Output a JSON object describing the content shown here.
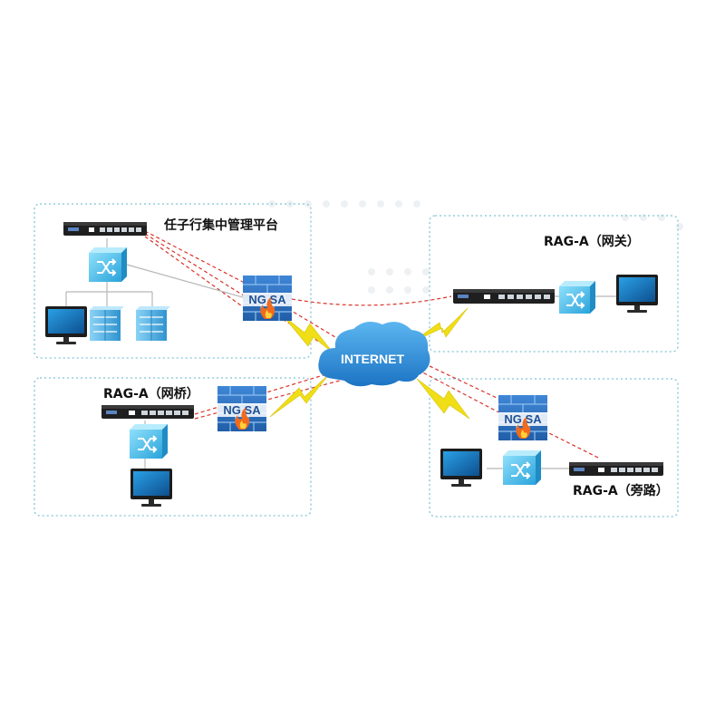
{
  "labels": {
    "mgmt": "任子行集中管理平台",
    "gateway": "RAG-A（网关）",
    "bridge": "RAG-A（网桥）",
    "bypass": "RAG-A（旁路）",
    "internet": "INTERNET",
    "firewall_text": "NG SA"
  },
  "colors": {
    "box_border": "#7fc4d8",
    "link_red": "#d9342b",
    "link_gray": "#b8b8b8",
    "bolt": "#f0de16",
    "cloud": "#2d8fd8",
    "switch": "#3fb6e6",
    "firewall": "#2f6fc0",
    "monitor": "#1c1c1c",
    "server": "#43a9df"
  }
}
